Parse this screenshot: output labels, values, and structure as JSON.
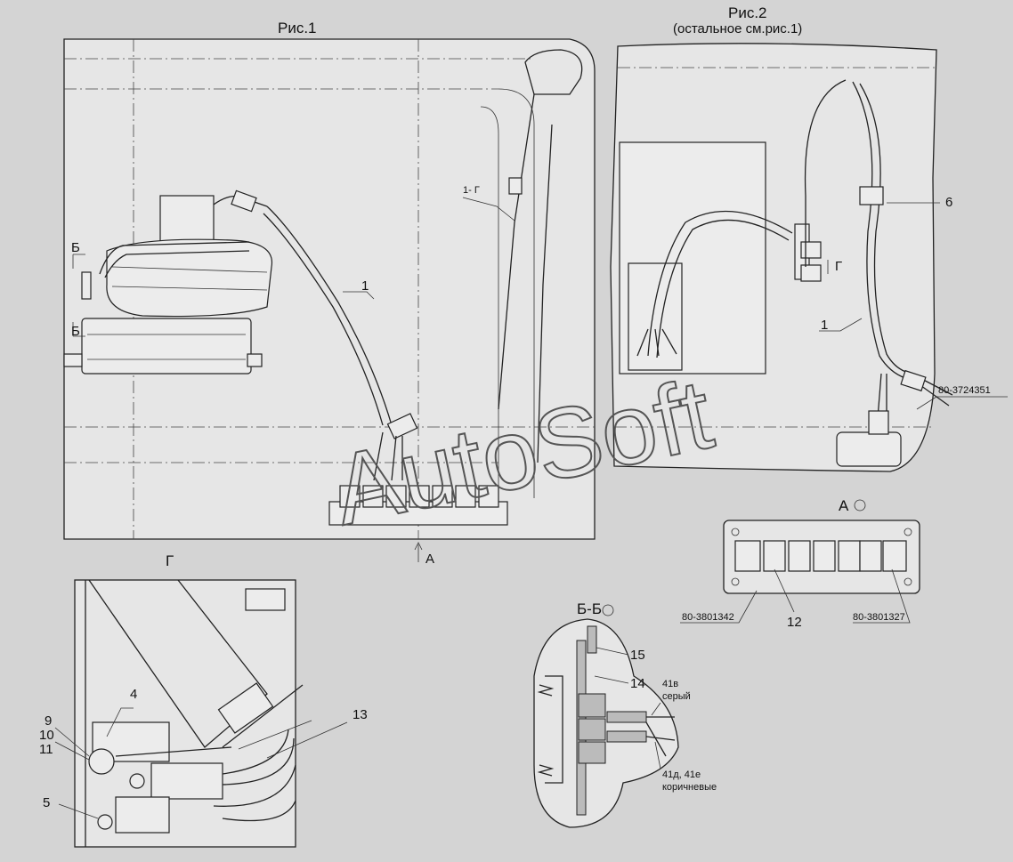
{
  "figures": {
    "fig1": {
      "title": "Рис.1"
    },
    "fig2": {
      "title": "Рис.2",
      "subtitle": "(остальное см.рис.1)"
    },
    "view_a": {
      "title": "А"
    },
    "view_g": {
      "title": "Г"
    },
    "section_bb": {
      "title": "Б-Б"
    }
  },
  "callouts": {
    "fig1_1": "1",
    "fig1_1g": "1- Г",
    "fig1_b_top": "Б",
    "fig1_b_bot": "Б",
    "fig1_a_arrow": "А",
    "fig2_6": "6",
    "fig2_1": "1",
    "fig2_g": "Г",
    "fig2_part": "80-3724351",
    "a_left_part": "80-3801342",
    "a_12": "12",
    "a_right_part": "80-3801327",
    "g_4": "4",
    "g_9": "9",
    "g_10": "10",
    "g_11": "11",
    "g_5": "5",
    "g_13": "13",
    "bb_15": "15",
    "bb_14": "14",
    "bb_41v": "41в",
    "bb_grey": "серый",
    "bb_41d": "41д, 41е",
    "bb_brown": "коричневые"
  },
  "watermark": "AutoSoft"
}
